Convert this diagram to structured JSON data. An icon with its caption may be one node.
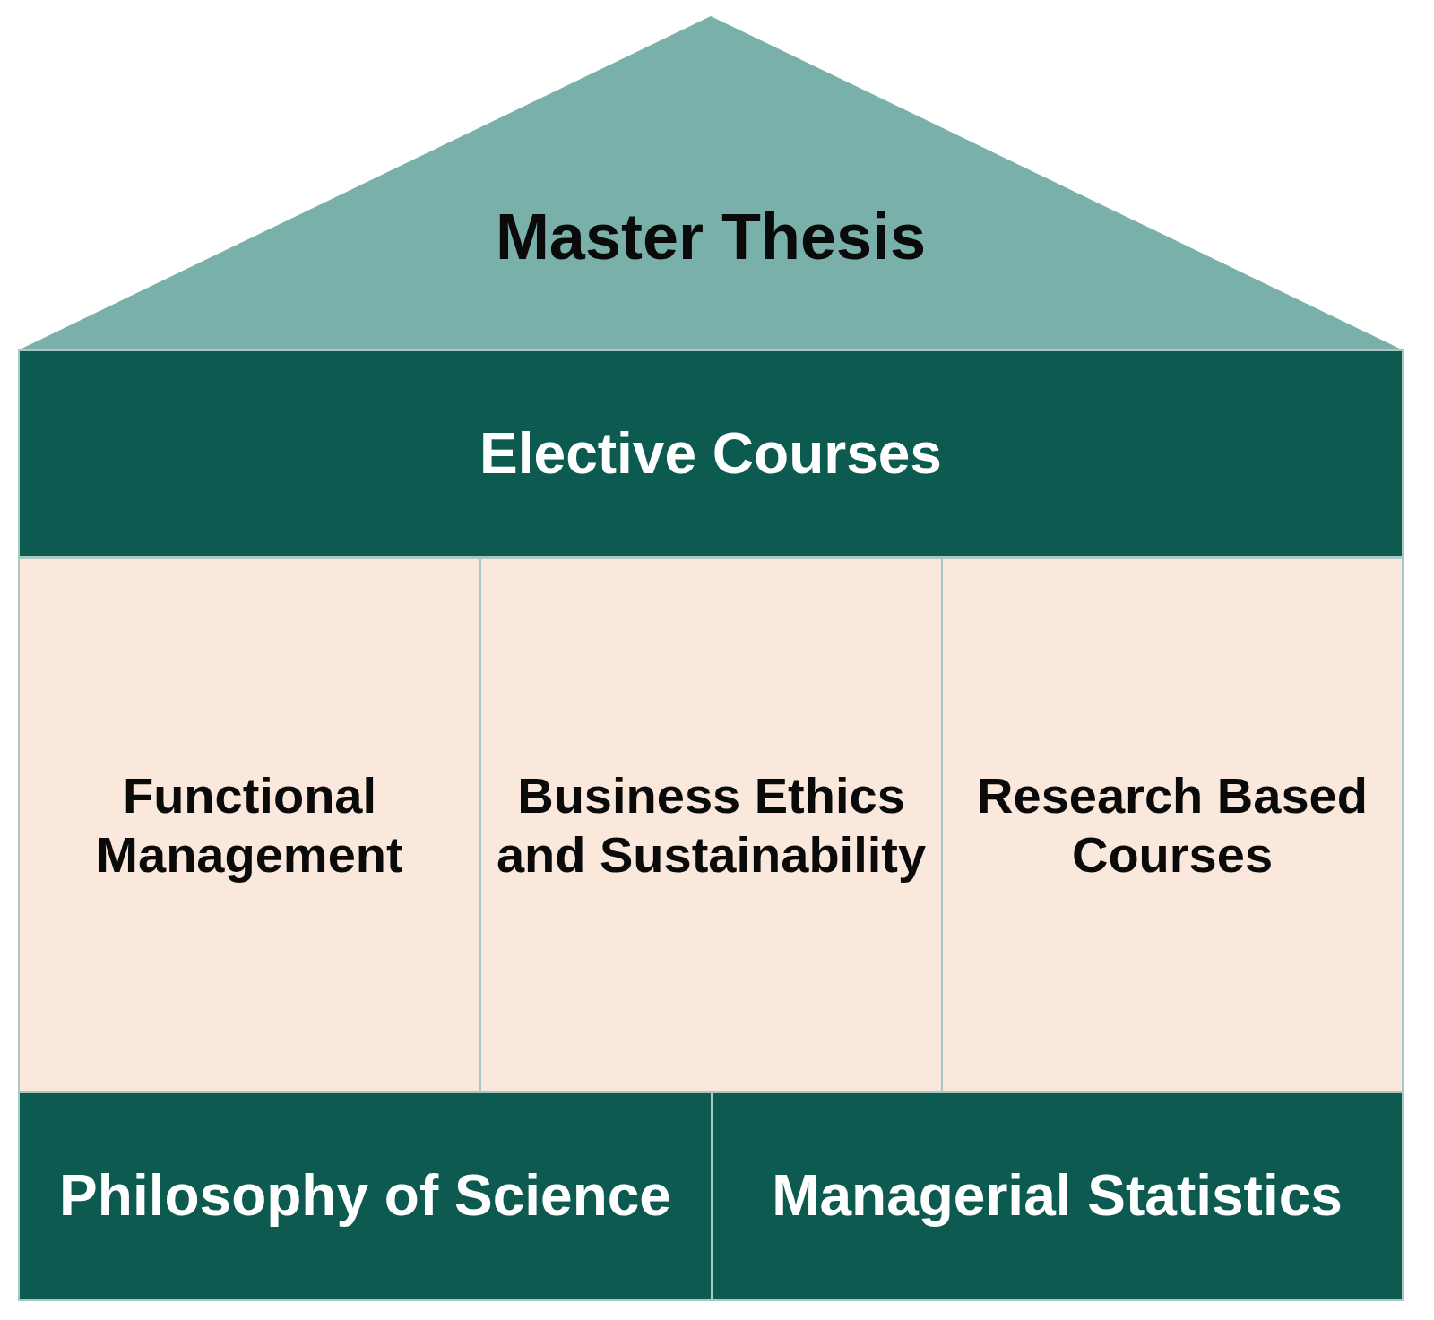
{
  "diagram": {
    "nodes": [
      {
        "text": [
          "Master Thesis"
        ]
      },
      {
        "text": [
          "Elective Courses"
        ]
      },
      {
        "text": [
          "Functional Management"
        ]
      },
      {
        "text": [
          "Business Ethics and Sustainability"
        ]
      },
      {
        "text": [
          "Research Based Courses"
        ]
      },
      {
        "text": [
          "Philosophy of Science"
        ]
      },
      {
        "text": [
          "Managerial Statistics"
        ]
      }
    ]
  }
}
